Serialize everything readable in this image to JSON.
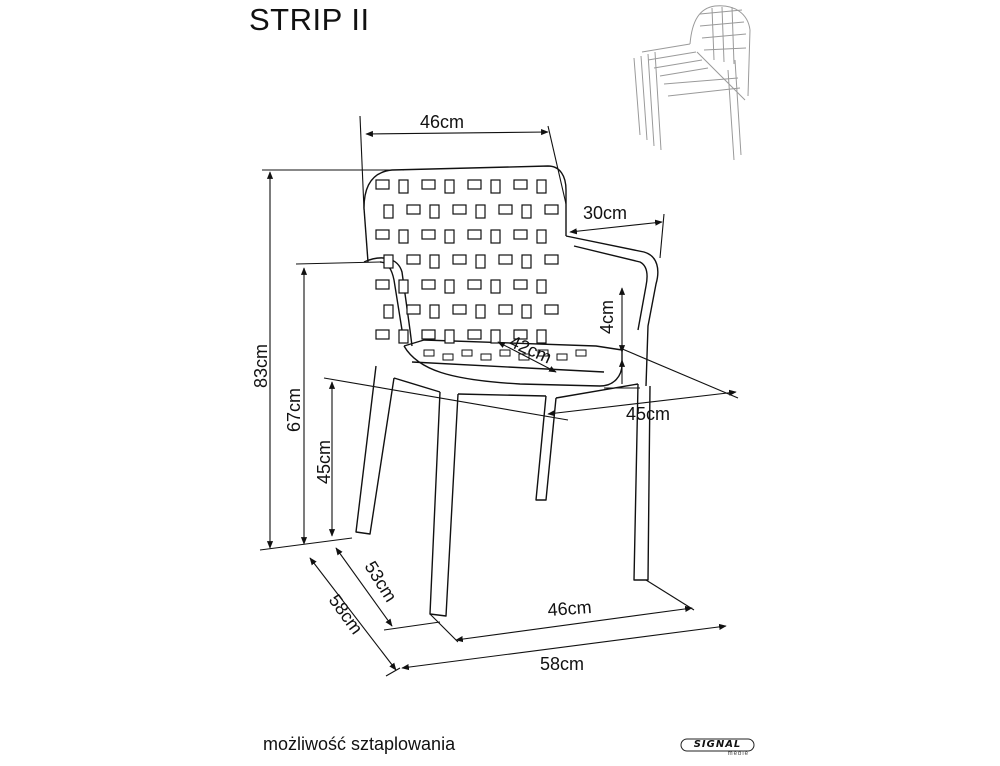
{
  "title": "STRIP II",
  "caption": "możliwość sztaplowania",
  "logo": {
    "name": "SIGNAL",
    "sub": "meble"
  },
  "dimensions": {
    "back_width": "46cm",
    "armrest_depth": "30cm",
    "armrest_height": "4cm",
    "seat_depth": "42cm",
    "seat_width": "45cm",
    "total_height": "83cm",
    "armrest_floor_height": "67cm",
    "seat_height": "45cm",
    "leg_depth": "53cm",
    "total_depth": "58cm",
    "leg_width": "46cm",
    "total_width": "58cm"
  },
  "colors": {
    "lines": "#111111",
    "stack_sketch": "#9a9a9a",
    "background": "#ffffff"
  }
}
